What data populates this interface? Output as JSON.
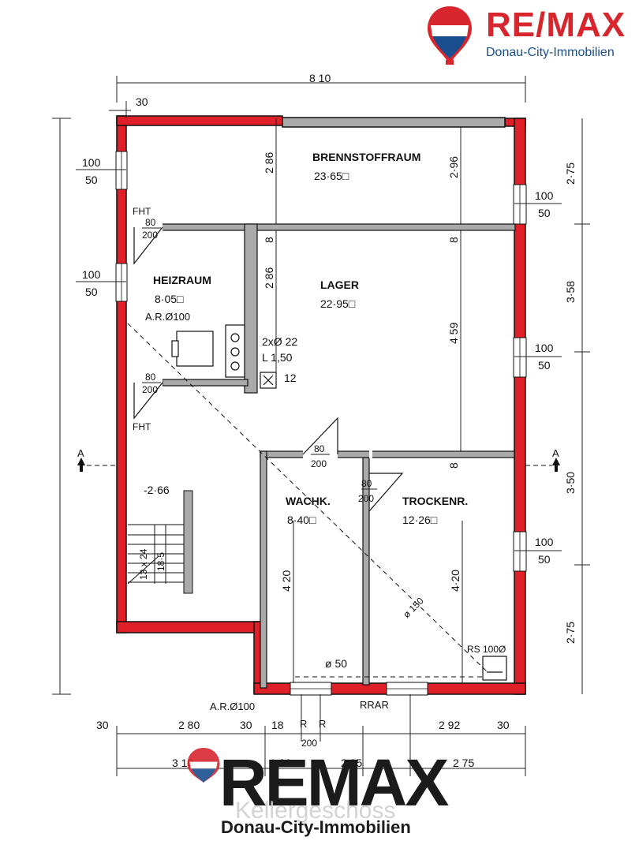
{
  "brand": {
    "name": "RE/MAX",
    "subtitle": "Donau-City-Immobilien"
  },
  "watermark": {
    "name": "REMAX",
    "subtitle": "Donau-City-Immobilien",
    "caption": "Kellergeschoss"
  },
  "rooms": {
    "brennstoffraum": {
      "name": "BRENNSTOFFRAUM",
      "area": "23·65□"
    },
    "heizraum": {
      "name": "HEIZRAUM",
      "area": "8·05□",
      "note": "A.R.Ø100"
    },
    "lager": {
      "name": "LAGER",
      "area": "22·95□"
    },
    "wachk": {
      "name": "WACHK.",
      "area": "8·40□"
    },
    "trockenr": {
      "name": "TROCKENR.",
      "area": "12·26□"
    }
  },
  "door_labels": {
    "fht": "FHT",
    "d80": "80",
    "d200": "200",
    "d100": "100",
    "d50": "50"
  },
  "annotations": {
    "pipes": "2xØ 22",
    "length": "L 1,50",
    "twelve": "12",
    "level": "-2·66",
    "stairs_count": "13 x 24",
    "stairs_rise": "18·5",
    "diag_pipe": "ø 150",
    "bottom_pipe": "ø 50",
    "rs": "RS 100Ø",
    "ar_bottom": "A.R.Ø100",
    "rrar": "RRAR",
    "r": "R",
    "section": "A"
  },
  "dimensions": {
    "total_width": "8 10",
    "wall_30": "30",
    "left_280": "2 80",
    "d18": "18",
    "d200": "200",
    "d292": "2 92",
    "b310": "3 10",
    "b130": "1 30",
    "b205": "2 05",
    "b275": "2 75",
    "v286": "2 86",
    "v296": "2·96",
    "v8": "8",
    "v459": "4 59",
    "v420": "4 20",
    "v420b": "4·20",
    "r275": "2·75",
    "r358": "3·58",
    "r350": "3·50"
  },
  "colors": {
    "brand_red": "#d8262e",
    "brand_blue": "#1a4f8f",
    "wall_red": "#e02028",
    "wall_grey": "#aaaaaa"
  }
}
